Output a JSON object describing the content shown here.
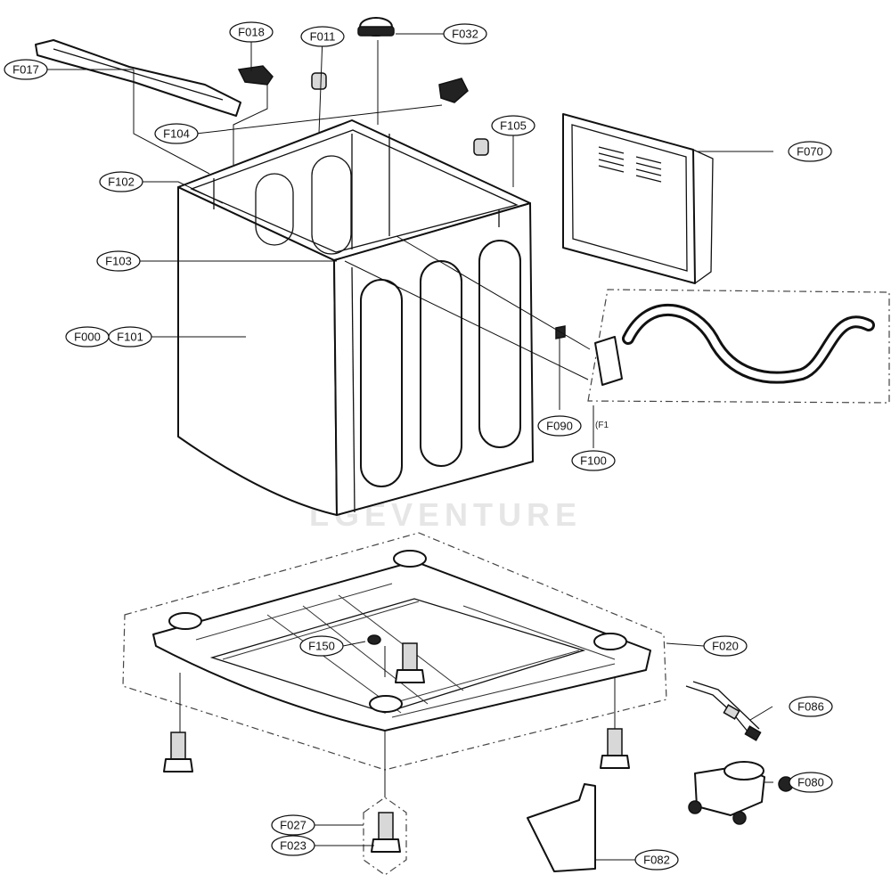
{
  "diagram": {
    "watermark": "LGEVENTURE",
    "edge_note": "(F1",
    "labels": [
      {
        "id": "F017",
        "text": "F017"
      },
      {
        "id": "F018",
        "text": "F018"
      },
      {
        "id": "F011",
        "text": "F011"
      },
      {
        "id": "F032",
        "text": "F032"
      },
      {
        "id": "F104",
        "text": "F104"
      },
      {
        "id": "F105",
        "text": "F105"
      },
      {
        "id": "F070",
        "text": "F070"
      },
      {
        "id": "F102",
        "text": "F102"
      },
      {
        "id": "F103",
        "text": "F103"
      },
      {
        "id": "F000",
        "text": "F000"
      },
      {
        "id": "F101",
        "text": "F101"
      },
      {
        "id": "F090",
        "text": "F090"
      },
      {
        "id": "F100",
        "text": "F100"
      },
      {
        "id": "F150",
        "text": "F150"
      },
      {
        "id": "F020",
        "text": "F020"
      },
      {
        "id": "F086",
        "text": "F086"
      },
      {
        "id": "F080",
        "text": "F080"
      },
      {
        "id": "F027",
        "text": "F027"
      },
      {
        "id": "F023",
        "text": "F023"
      },
      {
        "id": "F082",
        "text": "F082"
      }
    ]
  }
}
